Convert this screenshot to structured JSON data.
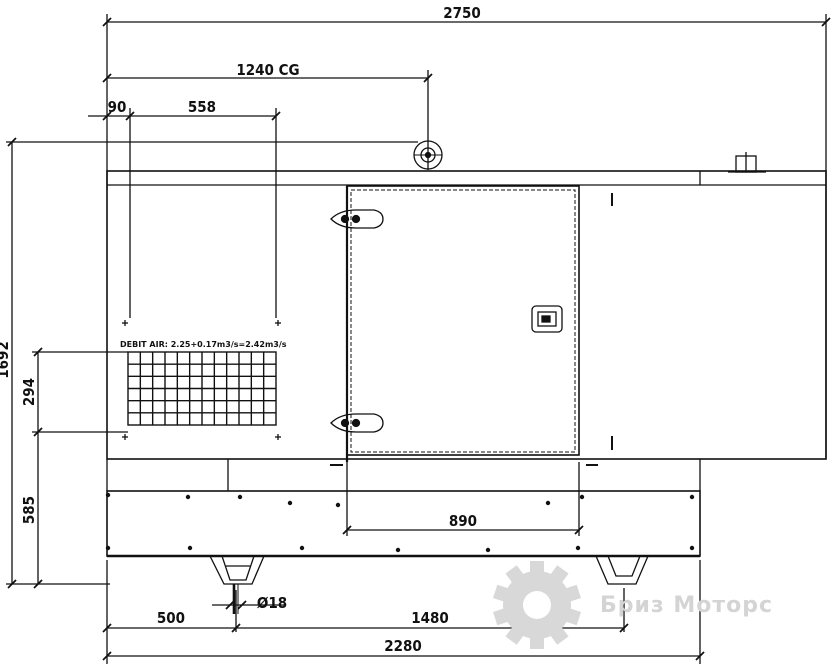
{
  "dimensions": {
    "overall_length": "2750",
    "center_of_gravity": "1240 CG",
    "offset_90": "90",
    "grille_width": "558",
    "overall_height": "1692",
    "grille_height": "294",
    "base_height": "585",
    "door_width": "890",
    "hole_diameter": "Ø18",
    "mount_offset": "500",
    "mount_spacing": "1480",
    "base_length": "2280"
  },
  "annotations": {
    "air_flow": "DEBIT AIR: 2.25+0.17m3/s=2.42m3/s"
  },
  "watermark": {
    "text": "Бриз Моторс",
    "icon": "gear-icon"
  },
  "colors": {
    "line": "#111111",
    "watermark": "#d4d4d4"
  }
}
